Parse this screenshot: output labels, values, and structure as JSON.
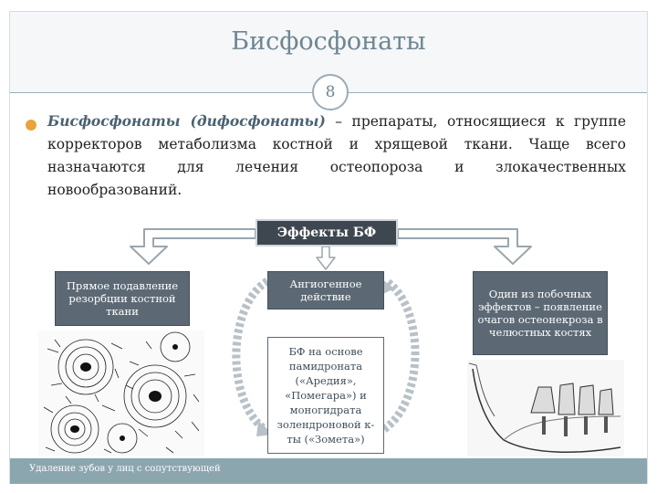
{
  "slide": {
    "title": "Бисфосфонаты",
    "number": "8",
    "intro_term": "Бисфосфонаты (дифосфонаты)",
    "intro_text": " – препараты, относящиеся к группе корректоров метаболизма костной и хрящевой ткани. Чаще всего назначаются для лечения остеопороза и злокачественных новообразований."
  },
  "diagram": {
    "center": "Эффекты БФ",
    "left": "Прямое подавление резорбции костной ткани",
    "middle": "Ангиогенное действие",
    "right": "Один из побочных эффектов – появление очагов остеонекроза в челюстных костях",
    "drugs": "БФ на основе памидроната («Аредия», «Помегара») и моногидрата золендроновой к-ты («Зомета»)"
  },
  "footer": {
    "text": "Удаление зубов у лиц с сопутствующей"
  },
  "colors": {
    "title": "#6f8592",
    "accent_bullet": "#e8a33c",
    "box": "#5c6975",
    "footer": "#8ca6b0"
  }
}
